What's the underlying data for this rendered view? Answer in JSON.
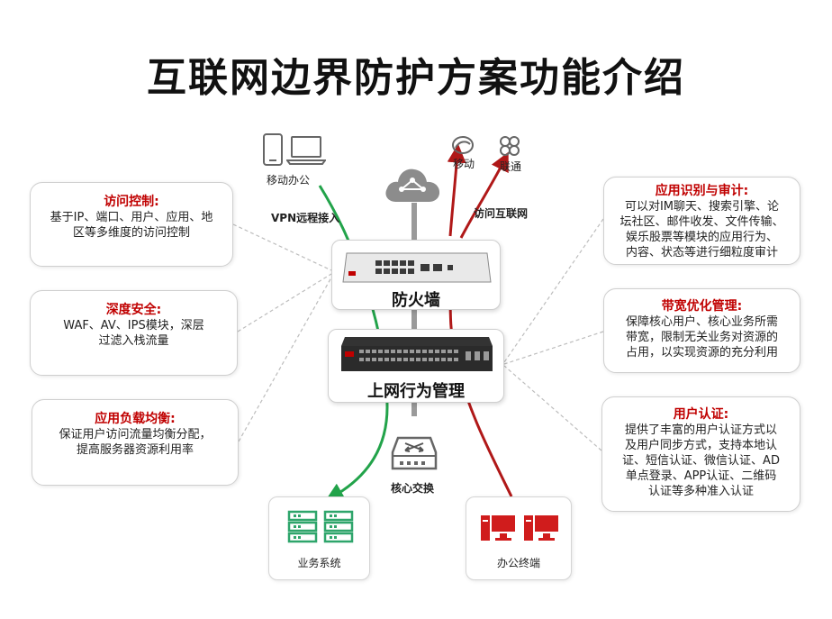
{
  "title": "互联网边界防护方案功能介绍",
  "left_cards": [
    {
      "heading": "访问控制:",
      "body": [
        "基于IP、端口、用户、应用、地",
        "区等多维度的访问控制"
      ]
    },
    {
      "heading": "深度安全:",
      "body": [
        "WAF、AV、IPS模块，深层",
        "过滤入栈流量"
      ]
    },
    {
      "heading": "应用负载均衡:",
      "body": [
        "保证用户访问流量均衡分配，",
        "提高服务器资源利用率"
      ]
    }
  ],
  "right_cards": [
    {
      "heading": "应用识别与审计:",
      "body": [
        "可以对IM聊天、搜索引擎、论",
        "坛社区、邮件收发、文件传输、",
        "娱乐股票等模块的应用行为、",
        "内容、状态等进行细粒度审计"
      ]
    },
    {
      "heading": "带宽优化管理:",
      "body": [
        "保障核心用户、核心业务所需",
        "带宽，限制无关业务对资源的",
        "占用，以实现资源的充分利用"
      ]
    },
    {
      "heading": "用户认证:",
      "body": [
        "提供了丰富的用户认证方式以",
        "及用户同步方式，支持本地认",
        "证、短信认证、微信认证、AD",
        "单点登录、APP认证、二维码",
        "认证等多种准入认证"
      ]
    }
  ],
  "devices": {
    "firewall": "防火墙",
    "behavior": "上网行为管理",
    "core_switch": "核心交换"
  },
  "labels": {
    "mobile_office": "移动办公",
    "vpn": "VPN远程接入",
    "internet_access": "访问互联网",
    "china_mobile": "移动",
    "china_unicom": "联通",
    "business_system": "业务系统",
    "office_terminal": "办公终端"
  },
  "colors": {
    "accent_red": "#c00000",
    "line_green": "#22a34a",
    "line_red": "#b01818",
    "server_green": "#2ea56b"
  }
}
